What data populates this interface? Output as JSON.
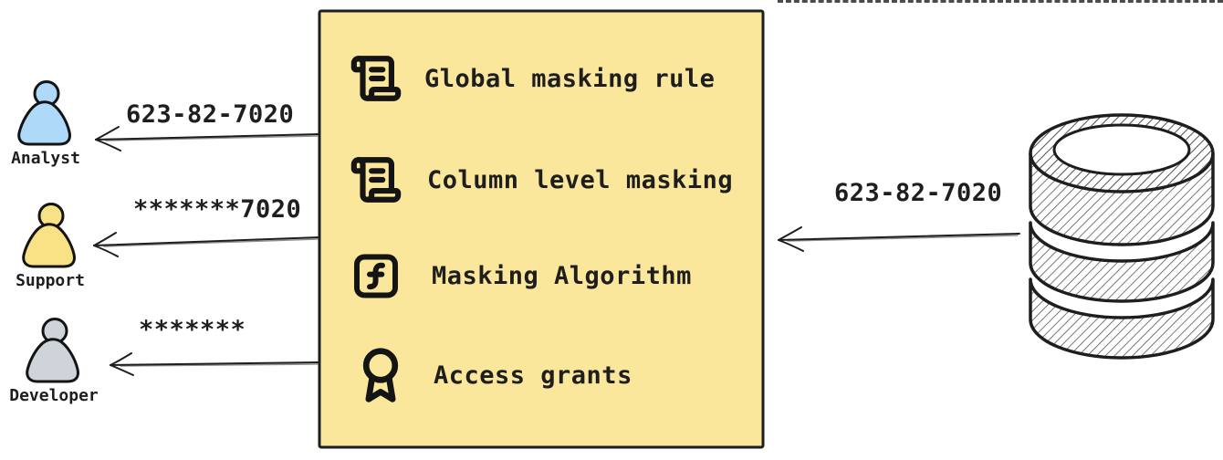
{
  "diagram": {
    "masking_box": {
      "fill": "#fae79b",
      "stroke": "#1e1e1e",
      "items": [
        {
          "icon": "scroll-text",
          "label": "Global masking rule"
        },
        {
          "icon": "scroll-text",
          "label": "Column level masking"
        },
        {
          "icon": "function-square",
          "label": "Masking Algorithm"
        },
        {
          "icon": "award",
          "label": "Access grants"
        }
      ]
    },
    "actors": [
      {
        "name": "Analyst",
        "received_value": "623-82-7020",
        "color": "#aed9f8"
      },
      {
        "name": "Support",
        "received_value": "*******7020",
        "color": "#f9e286"
      },
      {
        "name": "Developer",
        "received_value": "*******",
        "color": "#ced4da"
      }
    ],
    "database": {
      "icon": "database",
      "outgoing_value": "623-82-7020",
      "hatch_color": "#555555",
      "stroke": "#1e1e1e"
    }
  }
}
